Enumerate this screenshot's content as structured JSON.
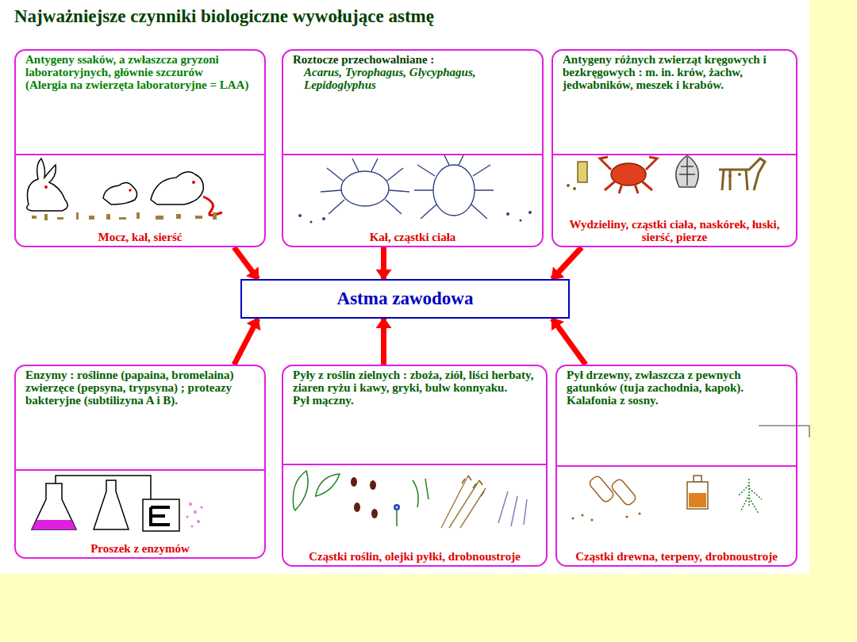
{
  "diagram": {
    "title": "Najważniejsze czynniki biologiczne wywołujące astmę",
    "nodes": [
      {
        "text": [
          "Antygeny ssaków, a zwłaszcza gryzoni laboratoryjnych, głównie szczurów",
          "(Alergia na zwierzęta laboratoryjne = LAA)",
          "Mocz, kał, sierść"
        ]
      },
      {
        "text": [
          "Roztocze przechowalniane :",
          "Acarus, Tyrophagus, Glycyphagus, Lepidoglyphus",
          "Kał, cząstki ciała"
        ]
      },
      {
        "text": [
          "Antygeny różnych zwierząt kręgowych i bezkręgowych : m. in. krów, żachw, jedwabników, meszek i krabów.",
          "Wydzieliny, cząstki ciała, naskórek, łuski, sierść, pierze"
        ]
      },
      {
        "text": [
          "Astma zawodowa"
        ]
      },
      {
        "text": [
          "Enzymy : roślinne (papaina, bromelaina) zwierzęce (pepsyna, trypsyna) ; proteazy bakteryjne (subtilizyna A i B).",
          "Proszek z enzymów"
        ]
      },
      {
        "text": [
          "Pyły z roślin zielnych : zboża, ziół, liści herbaty, ziaren ryżu i kawy, gryki, bulw konnyaku.",
          "Pył mączny.",
          "Cząstki roślin, olejki pyłki, drobnoustroje"
        ]
      },
      {
        "text": [
          "Pył drzewny, zwłaszcza z pewnych gatunków (tuja zachodnia, kapok). Kalafonia z sosny.",
          "Cząstki drewna, terpeny, drobnoustroje"
        ]
      }
    ],
    "edges": [
      {
        "from": 0,
        "to": 3,
        "arrow": "to"
      },
      {
        "from": 1,
        "to": 3,
        "arrow": "to"
      },
      {
        "from": 2,
        "to": 3,
        "arrow": "to"
      },
      {
        "from": 4,
        "to": 3,
        "arrow": "to"
      },
      {
        "from": 5,
        "to": 3,
        "arrow": "to"
      },
      {
        "from": 6,
        "to": 3,
        "arrow": "to"
      }
    ]
  }
}
